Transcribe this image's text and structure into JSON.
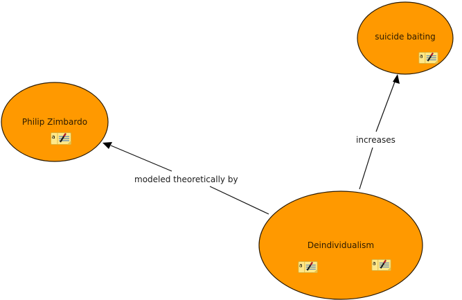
{
  "colors": {
    "concept_fill": "#FF9900",
    "concept_stroke": "#2A1A00",
    "line": "#111111",
    "background": "#FFFFFF",
    "note_icon_fill": "#FFE88A",
    "note_icon_lines": "#2E6FC9"
  },
  "concepts": [
    {
      "id": "philip",
      "label": "Philip Zimbardo",
      "annotation_icons": 1
    },
    {
      "id": "suicide",
      "label": "suicide baiting",
      "annotation_icons": 1
    },
    {
      "id": "deind",
      "label": "Deindividualism",
      "annotation_icons": 2
    }
  ],
  "links": [
    {
      "from": "deind",
      "to": "philip",
      "label": "modeled theoretically by"
    },
    {
      "from": "deind",
      "to": "suicide",
      "label": "increases"
    }
  ],
  "icons": {
    "annotation": "note-annotation-icon",
    "annotation_letter": "a"
  }
}
